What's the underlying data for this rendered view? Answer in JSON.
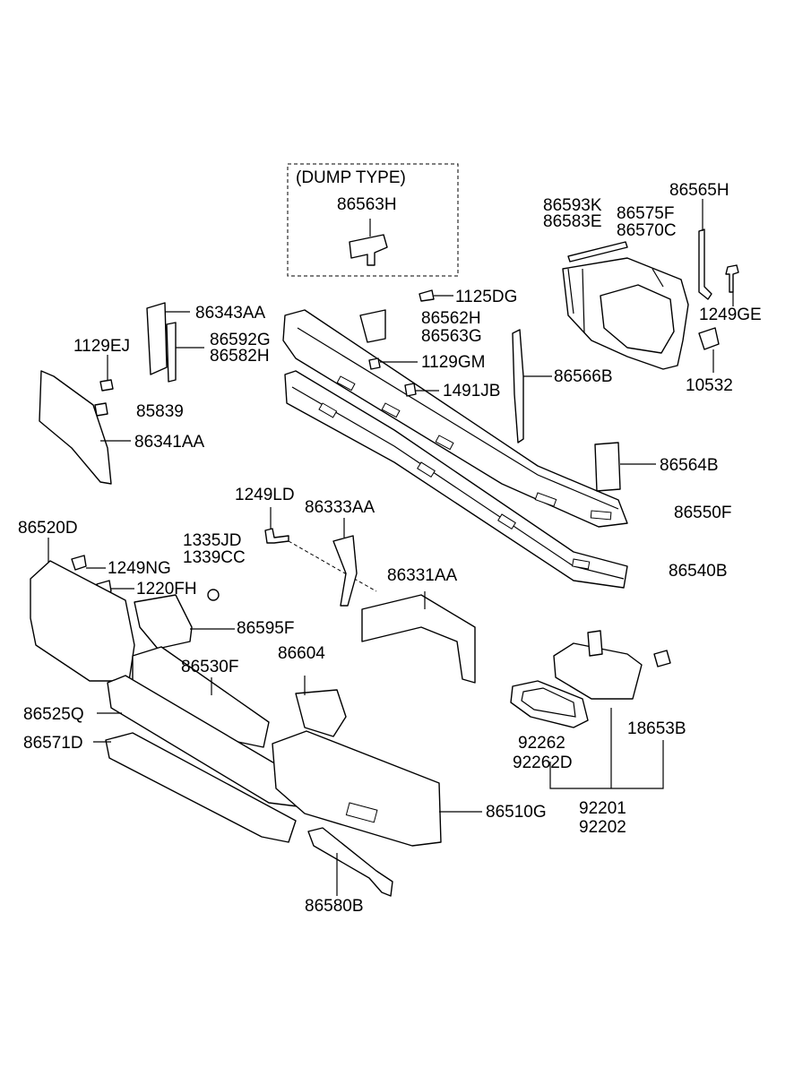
{
  "diagram": {
    "dump_type": {
      "title": "(DUMP TYPE)",
      "part": "86563H"
    },
    "labels": {
      "p86593K": "86593K",
      "p86583E": "86583E",
      "p86575F": "86575F",
      "p86570C": "86570C",
      "p86565H": "86565H",
      "p1125DG": "1125DG",
      "p1249GE": "1249GE",
      "p86343AA": "86343AA",
      "p86562H": "86562H",
      "p86563G": "86563G",
      "p86592G": "86592G",
      "p86582H": "86582H",
      "p1129EJ": "1129EJ",
      "p1129GM": "1129GM",
      "p86566B": "86566B",
      "p10532": "10532",
      "p1491JB": "1491JB",
      "p85839": "85839",
      "p86341AA": "86341AA",
      "p86564B": "86564B",
      "p1249LD": "1249LD",
      "p86333AA": "86333AA",
      "p86550F": "86550F",
      "p86520D": "86520D",
      "p1335JD": "1335JD",
      "p1339CC": "1339CC",
      "p1249NG": "1249NG",
      "p86540B": "86540B",
      "p86331AA": "86331AA",
      "p1220FH": "1220FH",
      "p86595F": "86595F",
      "p86530F": "86530F",
      "p86604": "86604",
      "p86525Q": "86525Q",
      "p18653B": "18653B",
      "p92262": "92262",
      "p86571D": "86571D",
      "p92262D": "92262D",
      "p92201": "92201",
      "p86510G": "86510G",
      "p92202": "92202",
      "p86580B": "86580B"
    }
  }
}
